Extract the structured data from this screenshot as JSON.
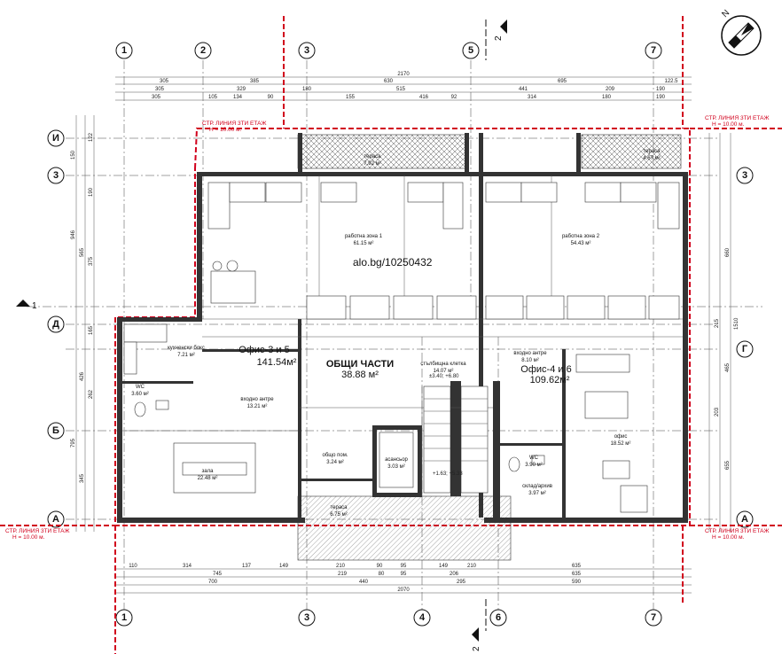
{
  "grid": {
    "top": [
      "1",
      "2",
      "3",
      "5",
      "7"
    ],
    "bottom": [
      "1",
      "3",
      "4",
      "6",
      "7"
    ],
    "left": [
      "И",
      "3",
      "Д",
      "Б",
      "А"
    ],
    "right": [
      "3",
      "Г",
      "А"
    ]
  },
  "section_marks": {
    "s1": "1",
    "s2_top": "2",
    "s2_bottom": "2"
  },
  "watermark": "alo.bg/10250432",
  "red_labels": {
    "line_top_right": "СТР. ЛИНИЯ 3ТИ ЕТАЖ",
    "h_top_right": "H = 10.00 м.",
    "line_bottom_left": "СТР. ЛИНИЯ 3ТИ ЕТАЖ",
    "h_bottom_left": "H = 10.00 м.",
    "line_bottom_right": "СТР. ЛИНИЯ 3ТИ ЕТАЖ",
    "h_bottom_right": "H = 10.00 м.",
    "line_mid": "СТР. ЛИНИЯ 3ТИ ЕТАЖ",
    "h_mid": "H = 10.00 м."
  },
  "dims": {
    "top_total": "2170",
    "top_row1": [
      "305",
      "385",
      "630",
      "695",
      "122.5"
    ],
    "top_row2": [
      "305",
      "329",
      "180",
      "515",
      "441",
      "209",
      "190"
    ],
    "top_row3": [
      "305",
      "105",
      "134",
      "90",
      "155",
      "416",
      "92",
      "314",
      "180",
      "190"
    ],
    "bottom_row1": [
      "110",
      "314",
      "137",
      "149",
      "210",
      "90",
      "95",
      "149",
      "210",
      "635"
    ],
    "bottom_row2": [
      "745",
      "219",
      "80",
      "95",
      "206",
      "635"
    ],
    "bottom_row3": [
      "700",
      "440",
      "295",
      "590"
    ],
    "bottom_total": "2070",
    "left_vertical": [
      "150",
      "122",
      "190",
      "565",
      "375",
      "946",
      "165",
      "426",
      "262",
      "795",
      "345"
    ],
    "right_vertical": [
      "660",
      "1510",
      "465",
      "655",
      "203",
      "215"
    ]
  },
  "rooms": [
    {
      "name": "работна зона 1",
      "area": "61.15 м²"
    },
    {
      "name": "работна зона 2",
      "area": "54.43 м²"
    },
    {
      "name": "кухненски бокс",
      "area": "7.21 м²"
    },
    {
      "name": "входно антре",
      "area": "13.21 м²"
    },
    {
      "name": "WC",
      "area": "3.60 м²"
    },
    {
      "name": "зала",
      "area": "22.48 м²"
    },
    {
      "name": "общо пом.",
      "area": "3.24 м²"
    },
    {
      "name": "асансьор",
      "area": "3.03 м²"
    },
    {
      "name": "стълбищна клетка",
      "area": "14.07 м²"
    },
    {
      "name": "входно антре",
      "area": "8.10 м²"
    },
    {
      "name": "офис",
      "area": "18.52 м²"
    },
    {
      "name": "WC",
      "area": "3.90 м²"
    },
    {
      "name": "склад/архив",
      "area": "3.97 м²"
    },
    {
      "name": "тераса",
      "area": "7.92 м²"
    },
    {
      "name": "тераса",
      "area": "4.67 м²"
    },
    {
      "name": "тераса",
      "area": "6.75 м²"
    }
  ],
  "units": [
    {
      "name": "Офис-3 и 5",
      "area": "141.54м²"
    },
    {
      "name": "ОБЩИ ЧАСТИ",
      "area": "38.88 м²"
    },
    {
      "name": "Офис-4 и 6",
      "area": "109.62м²"
    }
  ],
  "levels": [
    "±3.40; +6.80",
    "+1.63; +5.33"
  ]
}
